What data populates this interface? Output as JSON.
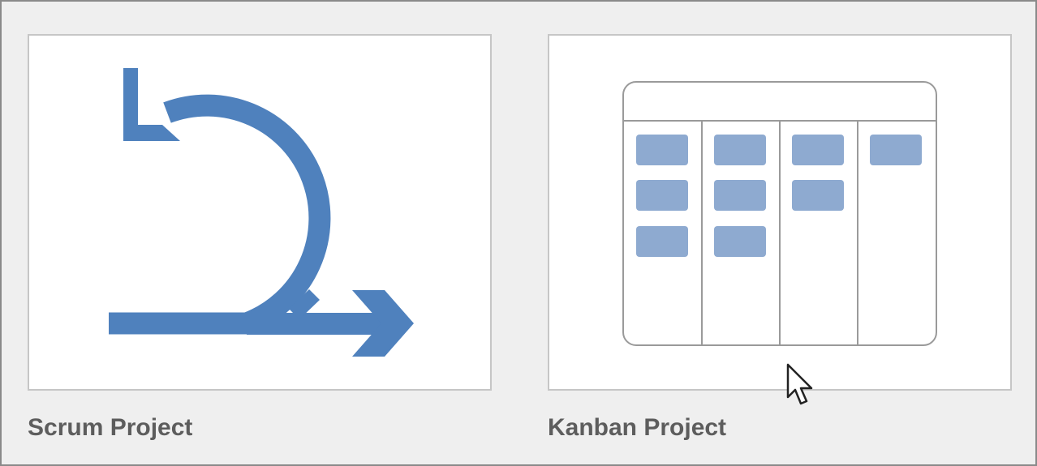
{
  "colors": {
    "background": "#efefef",
    "tile_background": "#ffffff",
    "tile_border": "#c6c6c6",
    "scrum_arrow": "#4f81bd",
    "kanban_card": "#8eaad0",
    "board_outline": "#9a9a9a",
    "label_text": "#5d5d5d"
  },
  "templates": [
    {
      "id": "scrum",
      "label": "Scrum Project",
      "icon": "scrum-cycle-arrow-icon"
    },
    {
      "id": "kanban",
      "label": "Kanban Project",
      "icon": "kanban-board-icon"
    }
  ],
  "kanban_board": {
    "columns": 4,
    "cards_per_column": [
      3,
      3,
      2,
      1
    ]
  },
  "pointer": {
    "icon": "mouse-pointer-icon"
  }
}
